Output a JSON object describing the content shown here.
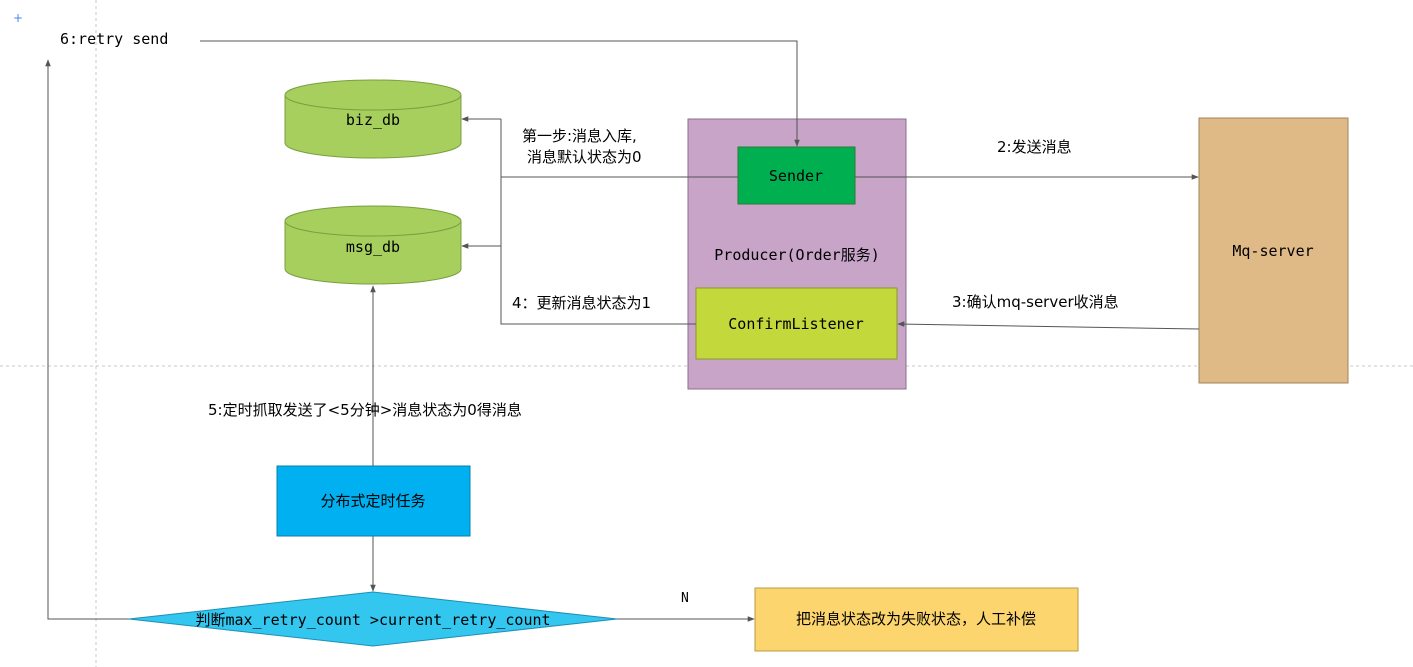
{
  "diagram": {
    "retry_label": "6:retry send",
    "step1_line1": "第一步:消息入库,",
    "step1_line2": "消息默认状态为0",
    "step2_label": "2:发送消息",
    "step3_label": "3:确认mq-server收消息",
    "step4_label": "4：更新消息状态为1",
    "step5_label": "5:定时抓取发送了<5分钟>消息状态为0得消息",
    "no_label": "N",
    "nodes": {
      "biz_db": "biz_db",
      "msg_db": "msg_db",
      "producer": "Producer(Order服务)",
      "sender": "Sender",
      "confirm_listener": "ConfirmListener",
      "mq_server": "Mq-server",
      "scheduler": "分布式定时任务",
      "decision": "判断max_retry_count >current_retry_count",
      "fail_action": "把消息状态改为失败状态，人工补偿"
    },
    "colors": {
      "db_fill": "#a6cf5e",
      "producer_fill": "#c7a4c8",
      "sender_fill": "#00b050",
      "listener_fill": "#c3d83b",
      "mq_fill": "#dfb986",
      "scheduler_fill": "#00b0f0",
      "decision_fill": "#33c6ef",
      "fail_fill": "#fdd56e",
      "line": "#555555"
    }
  }
}
